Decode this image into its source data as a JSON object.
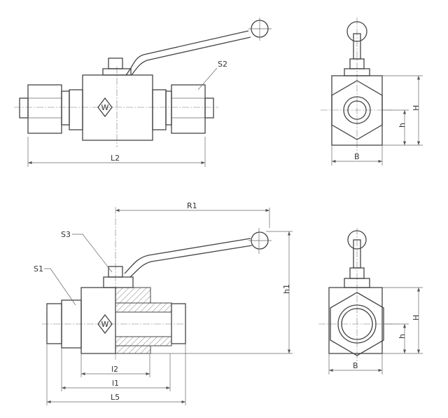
{
  "top_side_view": {
    "labels": {
      "s2": "S2",
      "l2": "L2"
    }
  },
  "top_end_view": {
    "labels": {
      "h_total": "H",
      "h_center": "h",
      "b": "B"
    }
  },
  "bottom_side_view": {
    "labels": {
      "r1": "R1",
      "s3": "S3",
      "s1": "S1",
      "h1": "h1",
      "l2": "l2",
      "l1": "l1",
      "l5": "L5"
    }
  },
  "bottom_end_view": {
    "labels": {
      "h_total": "H",
      "h_center": "h",
      "b": "B"
    }
  },
  "colors": {
    "line": "#444444",
    "background": "#ffffff"
  }
}
